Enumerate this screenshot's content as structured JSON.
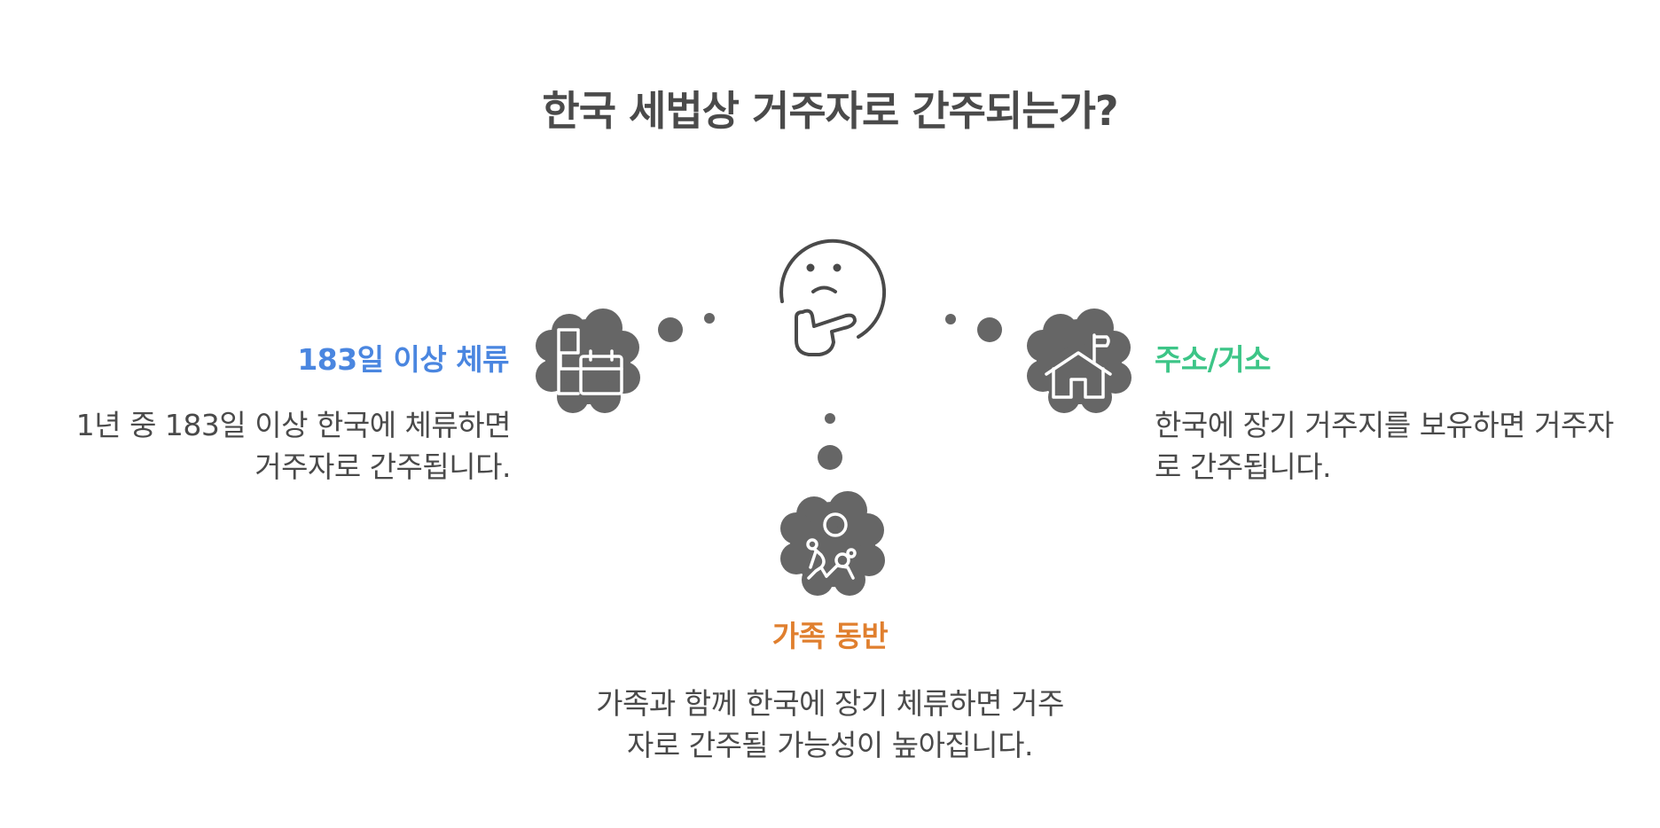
{
  "title": "한국 세법상 거주자로 간주되는가?",
  "center": {
    "icon": "thinking-face-icon"
  },
  "branches": [
    {
      "id": "stay",
      "heading": "183일 이상 체류",
      "description": "1년 중 183일 이상 한국에 체류하면 거주자로 간주됩니다.",
      "icon": "calendar-schedule-icon",
      "color": "#4A86E0"
    },
    {
      "id": "address",
      "heading": "주소/거소",
      "description": "한국에 장기 거주지를 보유하면 거주자로 간주됩니다.",
      "icon": "house-flag-icon",
      "color": "#3CC587"
    },
    {
      "id": "family",
      "heading": "가족 동반",
      "description": "가족과 함께 한국에 장기 체류하면 거주자로 간주될 가능성이 높아집니다.",
      "icon": "family-icon",
      "color": "#E07F2E"
    }
  ],
  "colors": {
    "text": "#4A4A4A",
    "bubble": "#666666",
    "icon_stroke": "#FFFFFF"
  }
}
